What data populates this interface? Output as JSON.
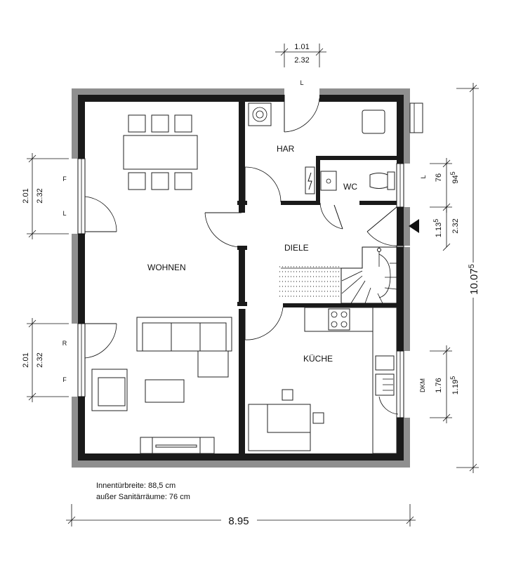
{
  "rooms": {
    "wohnen": "WOHNEN",
    "har": "HAR",
    "wc": "WC",
    "diele": "DIELE",
    "kueche": "KÜCHE"
  },
  "dimensions": {
    "top_door_upper": "1.01",
    "top_door_lower": "2.32",
    "left_window_upper_a": "2.01",
    "left_window_upper_b": "2.32",
    "left_window_lower_a": "2.01",
    "left_window_lower_b": "2.32",
    "right_wc_a": "76",
    "right_wc_b": "94",
    "right_wc_b_sup": "5",
    "right_entry_a": "1.13",
    "right_entry_a_sup": "5",
    "right_entry_b": "2.32",
    "right_kitchen_a": "1.76",
    "right_kitchen_b": "1.19",
    "right_kitchen_b_sup": "5",
    "total_height": "10.07",
    "total_height_sup": "5",
    "total_width": "8.95"
  },
  "window_marks": {
    "top_door": "L",
    "left_upper_top": "F",
    "left_upper_bottom": "L",
    "left_lower_top": "R",
    "left_lower_bottom": "F",
    "right_wc": "L",
    "right_kitchen": "DKM"
  },
  "notes": {
    "line1": "Innentürbreite: 88,5 cm",
    "line2": "außer Sanitärräume: 76 cm"
  }
}
